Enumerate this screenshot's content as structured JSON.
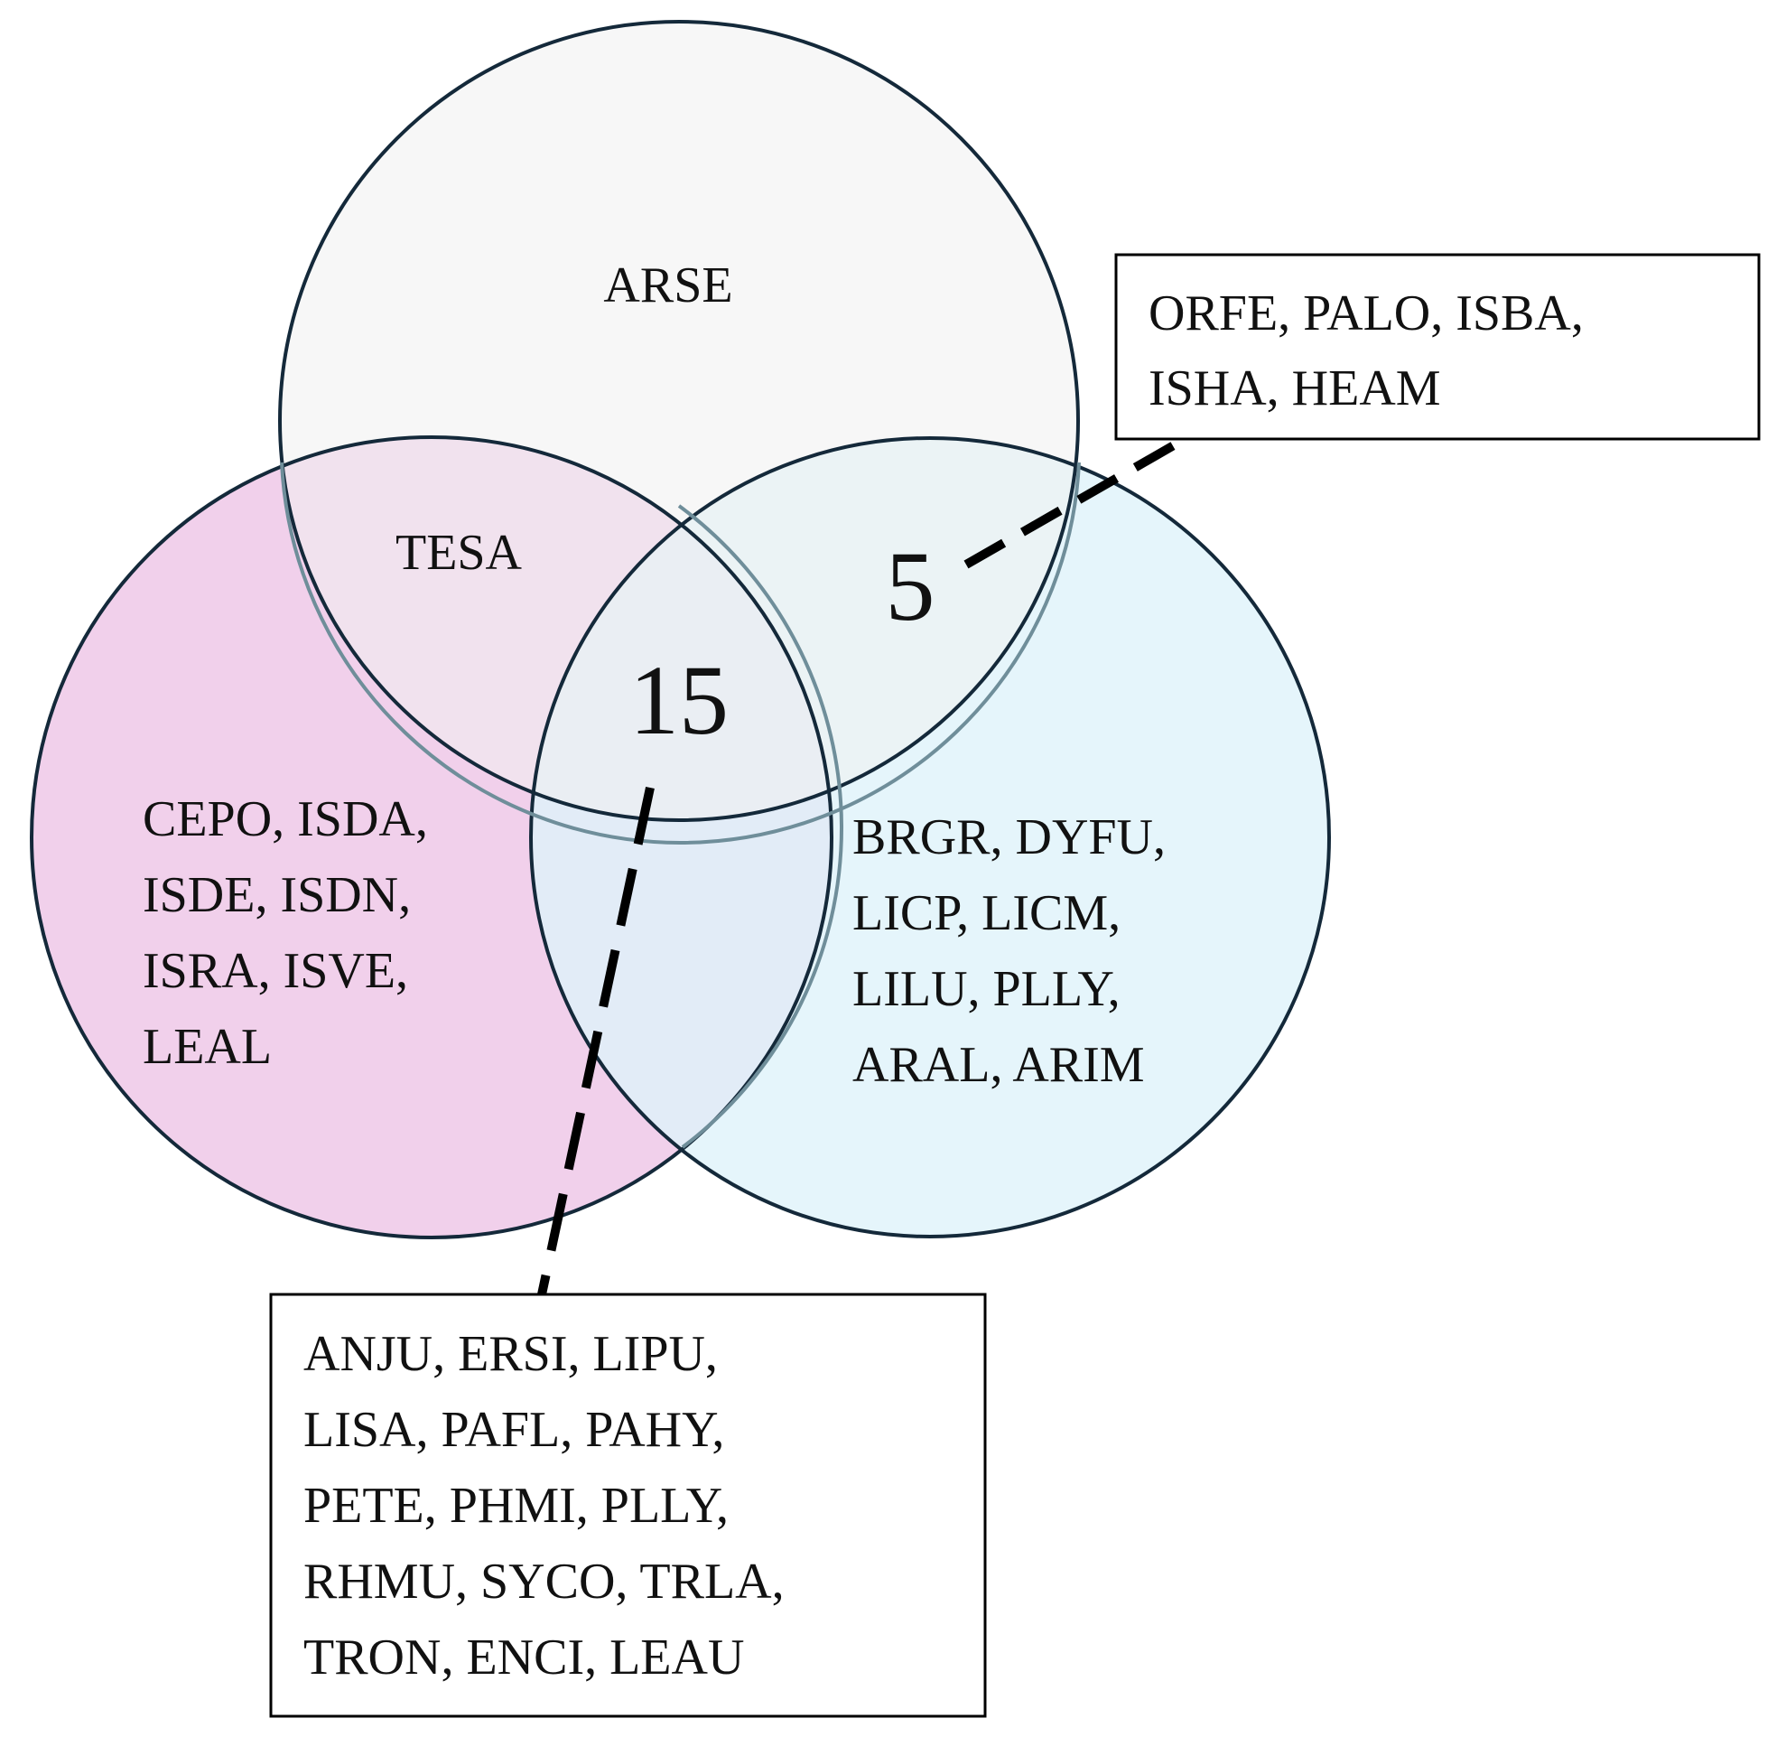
{
  "sets": {
    "top": {
      "fill": "#f0f0f0",
      "only_label": "ARSE"
    },
    "left": {
      "fill": "#f0cdea",
      "only_lines": [
        "CEPO, ISDA,",
        "ISDE, ISDN,",
        "ISRA, ISVE,",
        "LEAL"
      ]
    },
    "right": {
      "fill": "#dff2fa",
      "only_lines": [
        "BRGR, DYFU,",
        "LICP, LICM,",
        "LILU, PLLY,",
        "ARAL, ARIM"
      ]
    }
  },
  "intersections": {
    "top_left": {
      "label": "TESA"
    },
    "top_right": {
      "count": "5",
      "callout_lines": [
        "ORFE, PALO, ISBA,",
        "ISHA, HEAM"
      ]
    },
    "center": {
      "count": "15",
      "callout_lines": [
        "ANJU, ERSI, LIPU,",
        "LISA, PAFL, PAHY,",
        "PETE, PHMI, PLLY,",
        "RHMU, SYCO, TRLA,",
        "TRON, ENCI, LEAU"
      ]
    }
  },
  "colors": {
    "circle_stroke": "#14293a",
    "overlap_stroke": "#6f8e9a",
    "text": "#111111",
    "callout_line": "#000000",
    "callout_box_border": "#000000"
  }
}
